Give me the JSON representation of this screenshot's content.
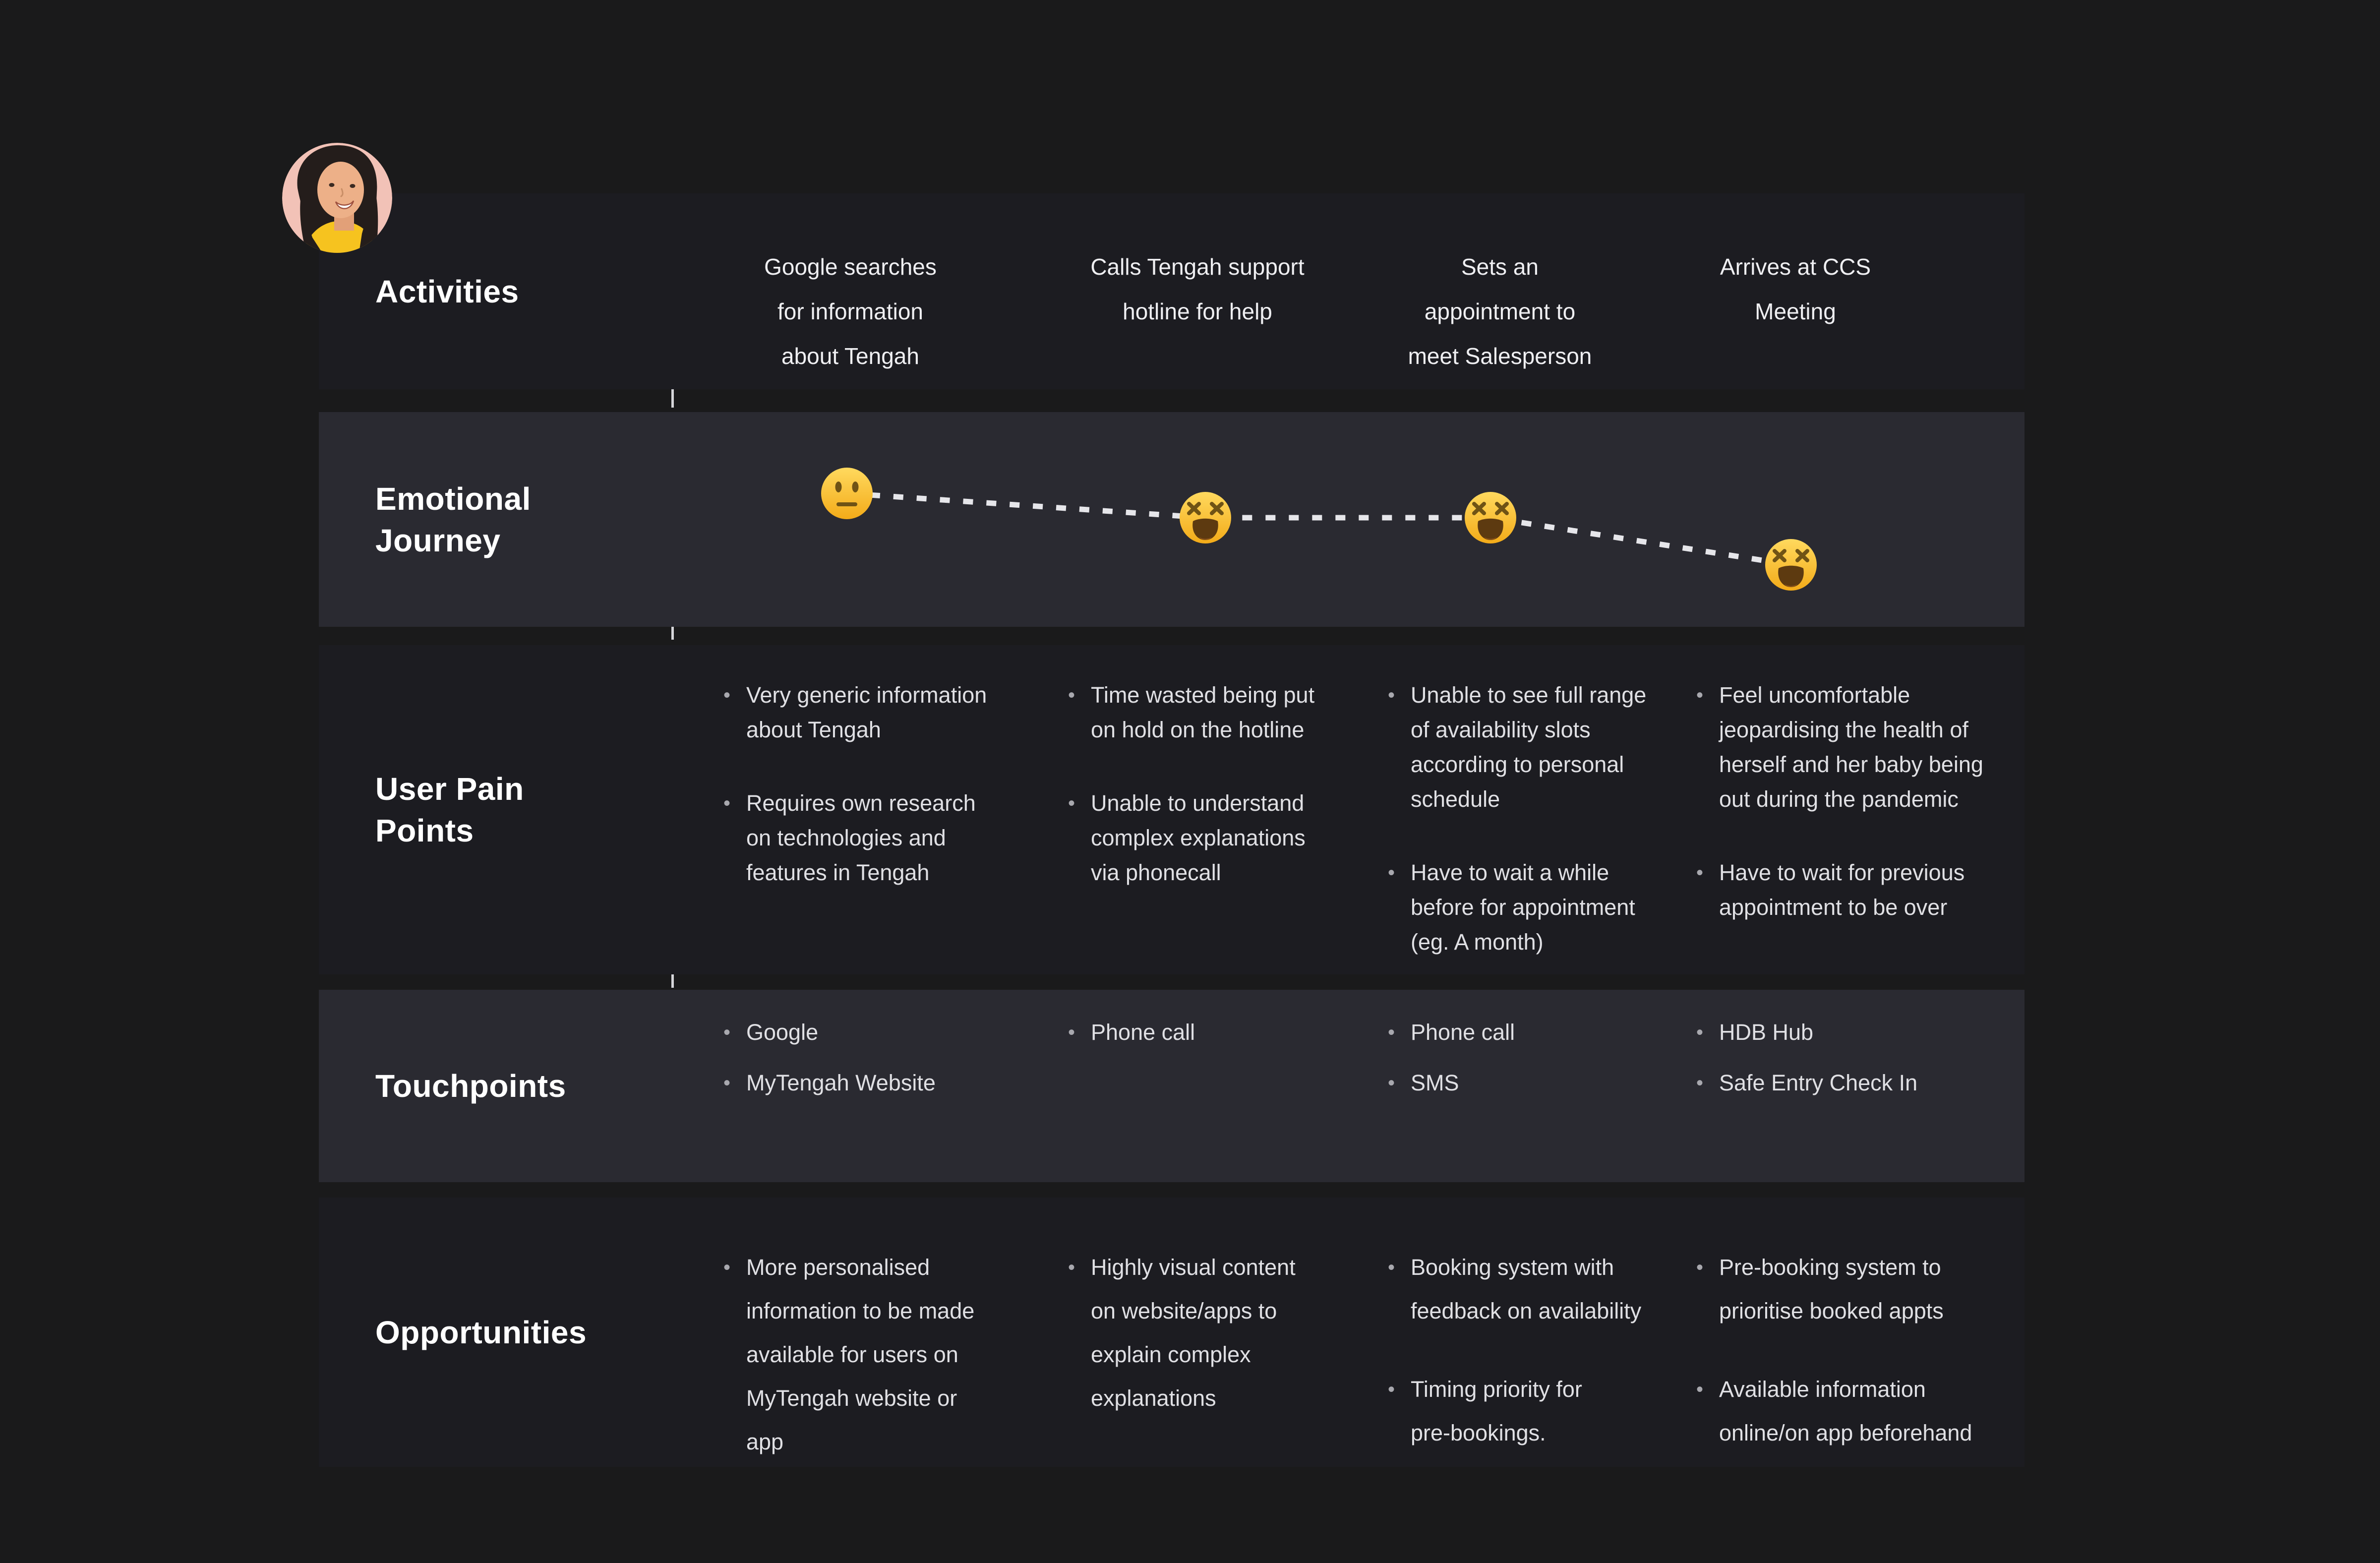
{
  "persona": {
    "avatar_description": "Smiling woman with long dark hair in a yellow top on a pink circle"
  },
  "row_labels": {
    "activities": "Activities",
    "emotional_journey": "Emotional\nJourney",
    "user_pain_points": "User Pain\nPoints",
    "touchpoints": "Touchpoints",
    "opportunities": "Opportunities"
  },
  "stage_headers": [
    "Google searches\nfor information\nabout Tengah",
    "Calls Tengah support\nhotline for help",
    "Sets an\nappointment to\nmeet Salesperson",
    "Arrives at CCS\nMeeting"
  ],
  "emotional_journey": {
    "emojis": [
      {
        "name": "neutral-face-emoji",
        "glyph": "😐",
        "stage": 1
      },
      {
        "name": "tired-face-emoji",
        "glyph": "😫",
        "stage": 2
      },
      {
        "name": "tired-face-emoji",
        "glyph": "😫",
        "stage": 3
      },
      {
        "name": "tired-face-emoji",
        "glyph": "😫",
        "stage": 4
      }
    ],
    "trend": "declining"
  },
  "user_pain_points": {
    "cols": [
      {
        "bullets": [
          "Very generic information\nabout Tengah",
          "Requires own research\non technologies and\nfeatures in Tengah"
        ]
      },
      {
        "bullets": [
          "Time wasted being put\non hold on the hotline",
          "Unable to understand\ncomplex explanations\nvia phonecall"
        ]
      },
      {
        "bullets": [
          "Unable to see full range\nof availability slots\naccording to personal\nschedule",
          "Have to wait a while\nbefore for appointment\n(eg. A month)"
        ]
      },
      {
        "bullets": [
          "Feel uncomfortable\njeopardising the health of\nherself and her baby being\nout during the pandemic",
          "Have to wait for previous\nappointment to be over"
        ]
      }
    ]
  },
  "touchpoints": {
    "cols": [
      {
        "bullets": [
          "Google",
          "MyTengah Website"
        ]
      },
      {
        "bullets": [
          "Phone call"
        ]
      },
      {
        "bullets": [
          "Phone call",
          "SMS"
        ]
      },
      {
        "bullets": [
          "HDB Hub",
          "Safe Entry Check In"
        ]
      }
    ]
  },
  "opportunities": {
    "cols": [
      {
        "bullets": [
          "More personalised\ninformation to be made\navailable for users on\nMyTengah website or\napp"
        ]
      },
      {
        "bullets": [
          "Highly visual content\non website/apps to\nexplain complex\nexplanations"
        ]
      },
      {
        "bullets": [
          "Booking system with\nfeedback on availability",
          "Timing priority for\npre-bookings."
        ]
      },
      {
        "bullets": [
          "Pre-booking system to\nprioritise booked appts",
          "Available information\nonline/on app beforehand"
        ]
      }
    ]
  },
  "colors": {
    "page_background": "#1a1a1b",
    "row_dark": "#1c1c21",
    "row_light": "#2a2a31",
    "dash_line": "#d6d6da",
    "label_text": "#ffffff",
    "body_text": "#e0e0e4",
    "emoji_yellow": "#f5b323",
    "avatar_background": "#f2c2b7",
    "avatar_shirt": "#f6c31f"
  }
}
